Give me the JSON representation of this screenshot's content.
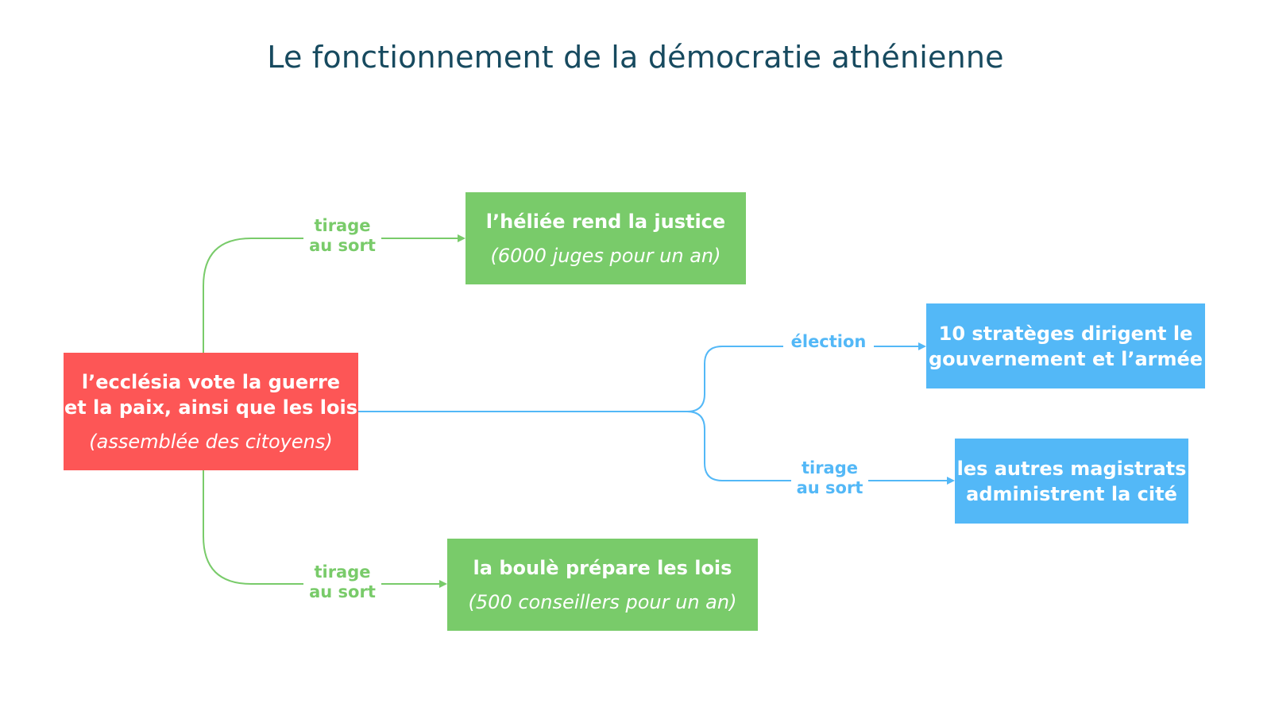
{
  "title": "Le fonctionnement de la démocratie athénienne",
  "colors": {
    "title": "#174a5f",
    "ecclesia": "#fd5656",
    "green": "#79cb6a",
    "blue": "#53b8f7"
  },
  "nodes": {
    "ecclesia": {
      "main_line1": "l’ecclésia vote la guerre",
      "main_line2": "et la paix, ainsi que les lois",
      "sub": "(assemblée des citoyens)"
    },
    "heliee": {
      "main": "l’héliée rend la justice",
      "sub": "(6000 juges pour un an)"
    },
    "boule": {
      "main": "la boulè prépare les lois",
      "sub": "(500 conseillers pour un an)"
    },
    "strateges": {
      "line1": "10 stratèges dirigent le",
      "line2": "gouvernement et l’armée"
    },
    "magistrats": {
      "line1": "les autres magistrats",
      "line2": "administrent la cité"
    }
  },
  "edges": {
    "heliee": {
      "line1": "tirage",
      "line2": "au sort"
    },
    "boule": {
      "line1": "tirage",
      "line2": "au sort"
    },
    "strateges": {
      "line1": "élection"
    },
    "magistrats": {
      "line1": "tirage",
      "line2": "au sort"
    }
  }
}
